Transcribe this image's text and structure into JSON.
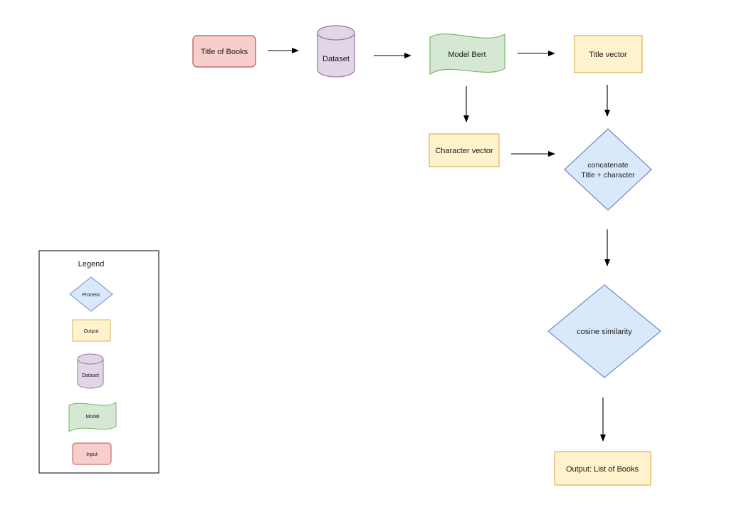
{
  "colors": {
    "input_fill": "#f8cecc",
    "input_stroke": "#b85450",
    "dataset_fill": "#e1d5e7",
    "dataset_stroke": "#9673a6",
    "model_fill": "#d5e8d4",
    "model_stroke": "#82b366",
    "output_fill": "#fff2cc",
    "output_stroke": "#d6b656",
    "process_fill": "#dae8fc",
    "process_stroke": "#6c8ebf"
  },
  "nodes": {
    "title_of_books": "Title of Books",
    "dataset": "Dataset",
    "model_bert": "Model Bert",
    "title_vector": "Title vector",
    "character_vector": "Character vector",
    "concatenate_line1": "concatenate",
    "concatenate_line2": "Title + character",
    "cosine_similarity": "cosine similarity",
    "output_list": "Output: List of Books"
  },
  "legend": {
    "title": "Legend",
    "process": "Process",
    "output": "Output",
    "dataset": "Dataset",
    "model": "Model",
    "input": "Input"
  }
}
